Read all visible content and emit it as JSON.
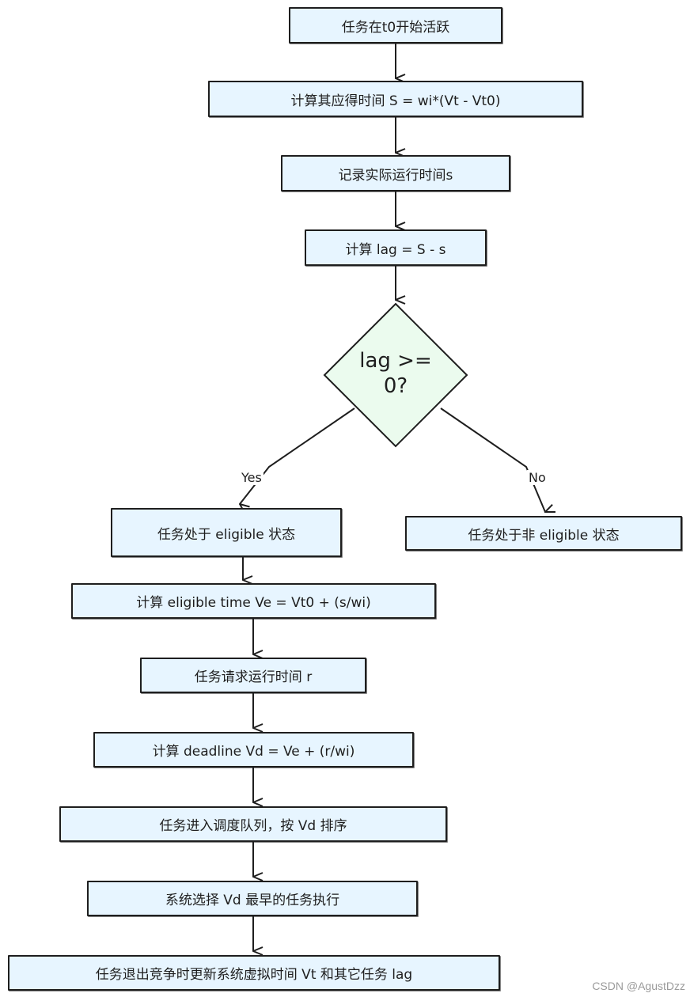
{
  "nodes": {
    "n1": "任务在t0开始活跃",
    "n2": "计算其应得时间 S = wi*(Vt - Vt0)",
    "n3": "记录实际运行时间s",
    "n4": "计算 lag = S - s",
    "decision": "lag >= 0?",
    "yes_box": "任务处于 eligible 状态",
    "no_box": "任务处于非 eligible 状态",
    "n7": "计算 eligible time Ve = Vt0 + (s/wi)",
    "n8": "任务请求运行时间 r",
    "n9": "计算 deadline Vd = Ve + (r/wi)",
    "n10": "任务进入调度队列，按 Vd 排序",
    "n11": "系统选择 Vd 最早的任务执行",
    "n12": "任务退出竞争时更新系统虚拟时间 Vt 和其它任务 lag"
  },
  "edges": {
    "yes_label": "Yes",
    "no_label": "No"
  },
  "colors": {
    "box_fill": "#e7f5ff",
    "decision_fill": "#ebfbee",
    "stroke": "#1e1e1e"
  },
  "watermark": "CSDN @AgustDzz"
}
